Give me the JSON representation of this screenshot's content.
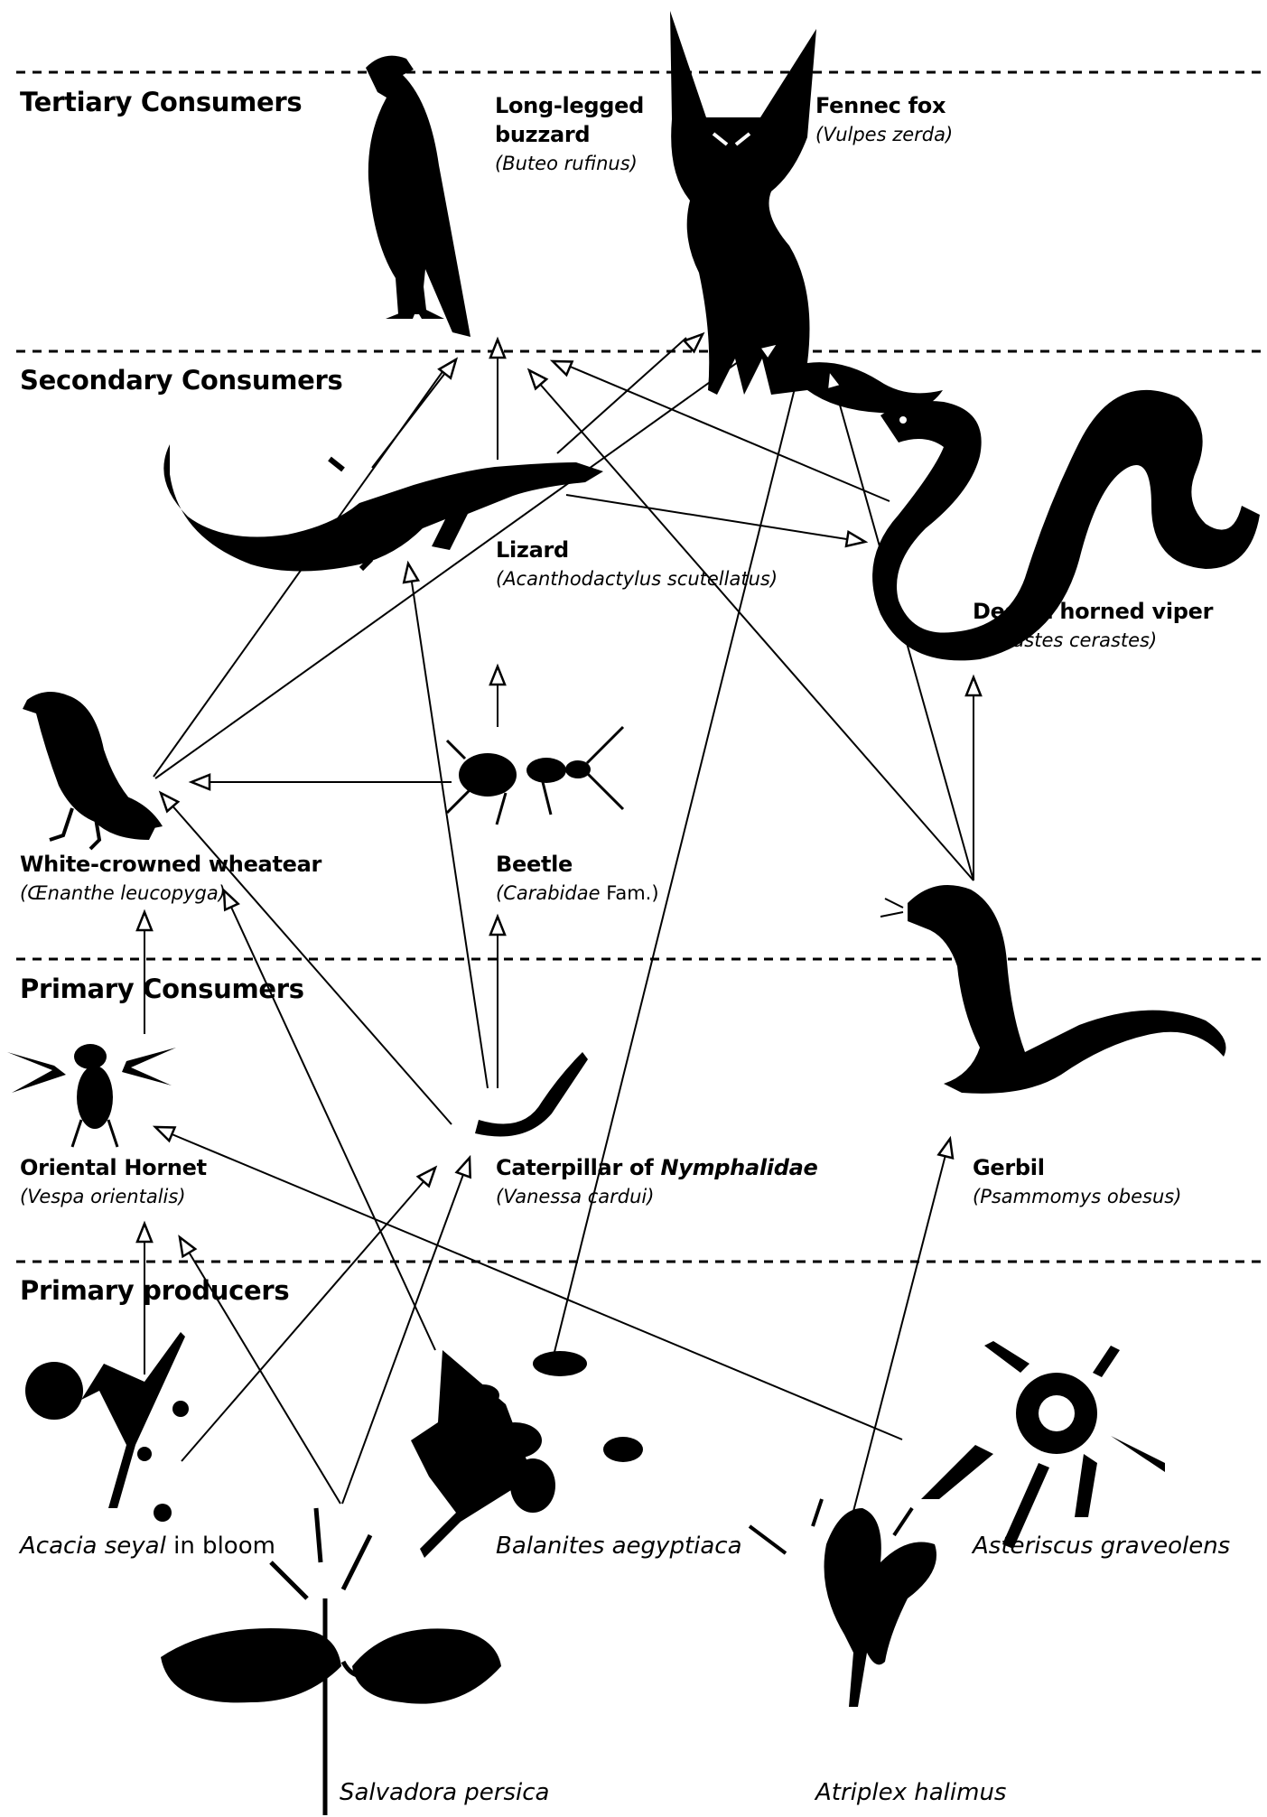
{
  "levels": {
    "tertiary": "Tertiary Consumers",
    "secondary": "Secondary Consumers",
    "primary": "Primary Consumers",
    "producers": "Primary producers"
  },
  "species": {
    "buzzard": {
      "name": "Long-legged buzzard",
      "sci": "(Buteo rufinus)"
    },
    "fox": {
      "name": "Fennec fox",
      "sci": "(Vulpes zerda)"
    },
    "lizard": {
      "name": "Lizard",
      "sci": "(Acanthodactylus scutellatus)"
    },
    "viper": {
      "name": "Desert horned viper",
      "sci": "(Cerastes cerastes)"
    },
    "wheatear": {
      "name": "White-crowned wheatear",
      "sci": "(Œnanthe leucopyga)"
    },
    "beetle": {
      "name": "Beetle",
      "sci": "(Carabidae",
      "sci_plain": " Fam.)"
    },
    "hornet": {
      "name": "Oriental Hornet",
      "sci": "(Vespa orientalis)"
    },
    "caterpillar": {
      "name": "Caterpillar of ",
      "name_italic": "Nymphalidae",
      "sci": "(Vanessa cardui)"
    },
    "gerbil": {
      "name": "Gerbil",
      "sci": "(Psammomys obesus)"
    }
  },
  "plants": {
    "acacia": {
      "name": "Acacia seyal",
      "suffix": " in bloom"
    },
    "balanites": {
      "name": "Balanites aegyptiaca"
    },
    "asteriscus": {
      "name": "Asteriscus graveolens"
    },
    "salvadora": {
      "name": "Salvadora persica"
    },
    "atriplex": {
      "name": "Atriplex halimus"
    }
  },
  "feeding_links": [
    {
      "from": "lizard",
      "to": "buzzard"
    },
    {
      "from": "lizard",
      "to": "fox"
    },
    {
      "from": "lizard",
      "to": "viper"
    },
    {
      "from": "wheatear",
      "to": "buzzard"
    },
    {
      "from": "wheatear",
      "to": "fox"
    },
    {
      "from": "viper",
      "to": "buzzard"
    },
    {
      "from": "gerbil",
      "to": "buzzard"
    },
    {
      "from": "gerbil",
      "to": "fox"
    },
    {
      "from": "gerbil",
      "to": "viper"
    },
    {
      "from": "beetle",
      "to": "wheatear"
    },
    {
      "from": "beetle",
      "to": "lizard"
    },
    {
      "from": "caterpillar",
      "to": "beetle"
    },
    {
      "from": "caterpillar",
      "to": "lizard"
    },
    {
      "from": "caterpillar",
      "to": "wheatear"
    },
    {
      "from": "hornet",
      "to": "wheatear"
    },
    {
      "from": "balanites",
      "to": "fox"
    },
    {
      "from": "balanites",
      "to": "wheatear"
    },
    {
      "from": "acacia",
      "to": "hornet"
    },
    {
      "from": "acacia",
      "to": "caterpillar"
    },
    {
      "from": "salvadora",
      "to": "hornet"
    },
    {
      "from": "salvadora",
      "to": "caterpillar"
    },
    {
      "from": "asteriscus",
      "to": "hornet"
    },
    {
      "from": "atriplex",
      "to": "gerbil"
    }
  ]
}
